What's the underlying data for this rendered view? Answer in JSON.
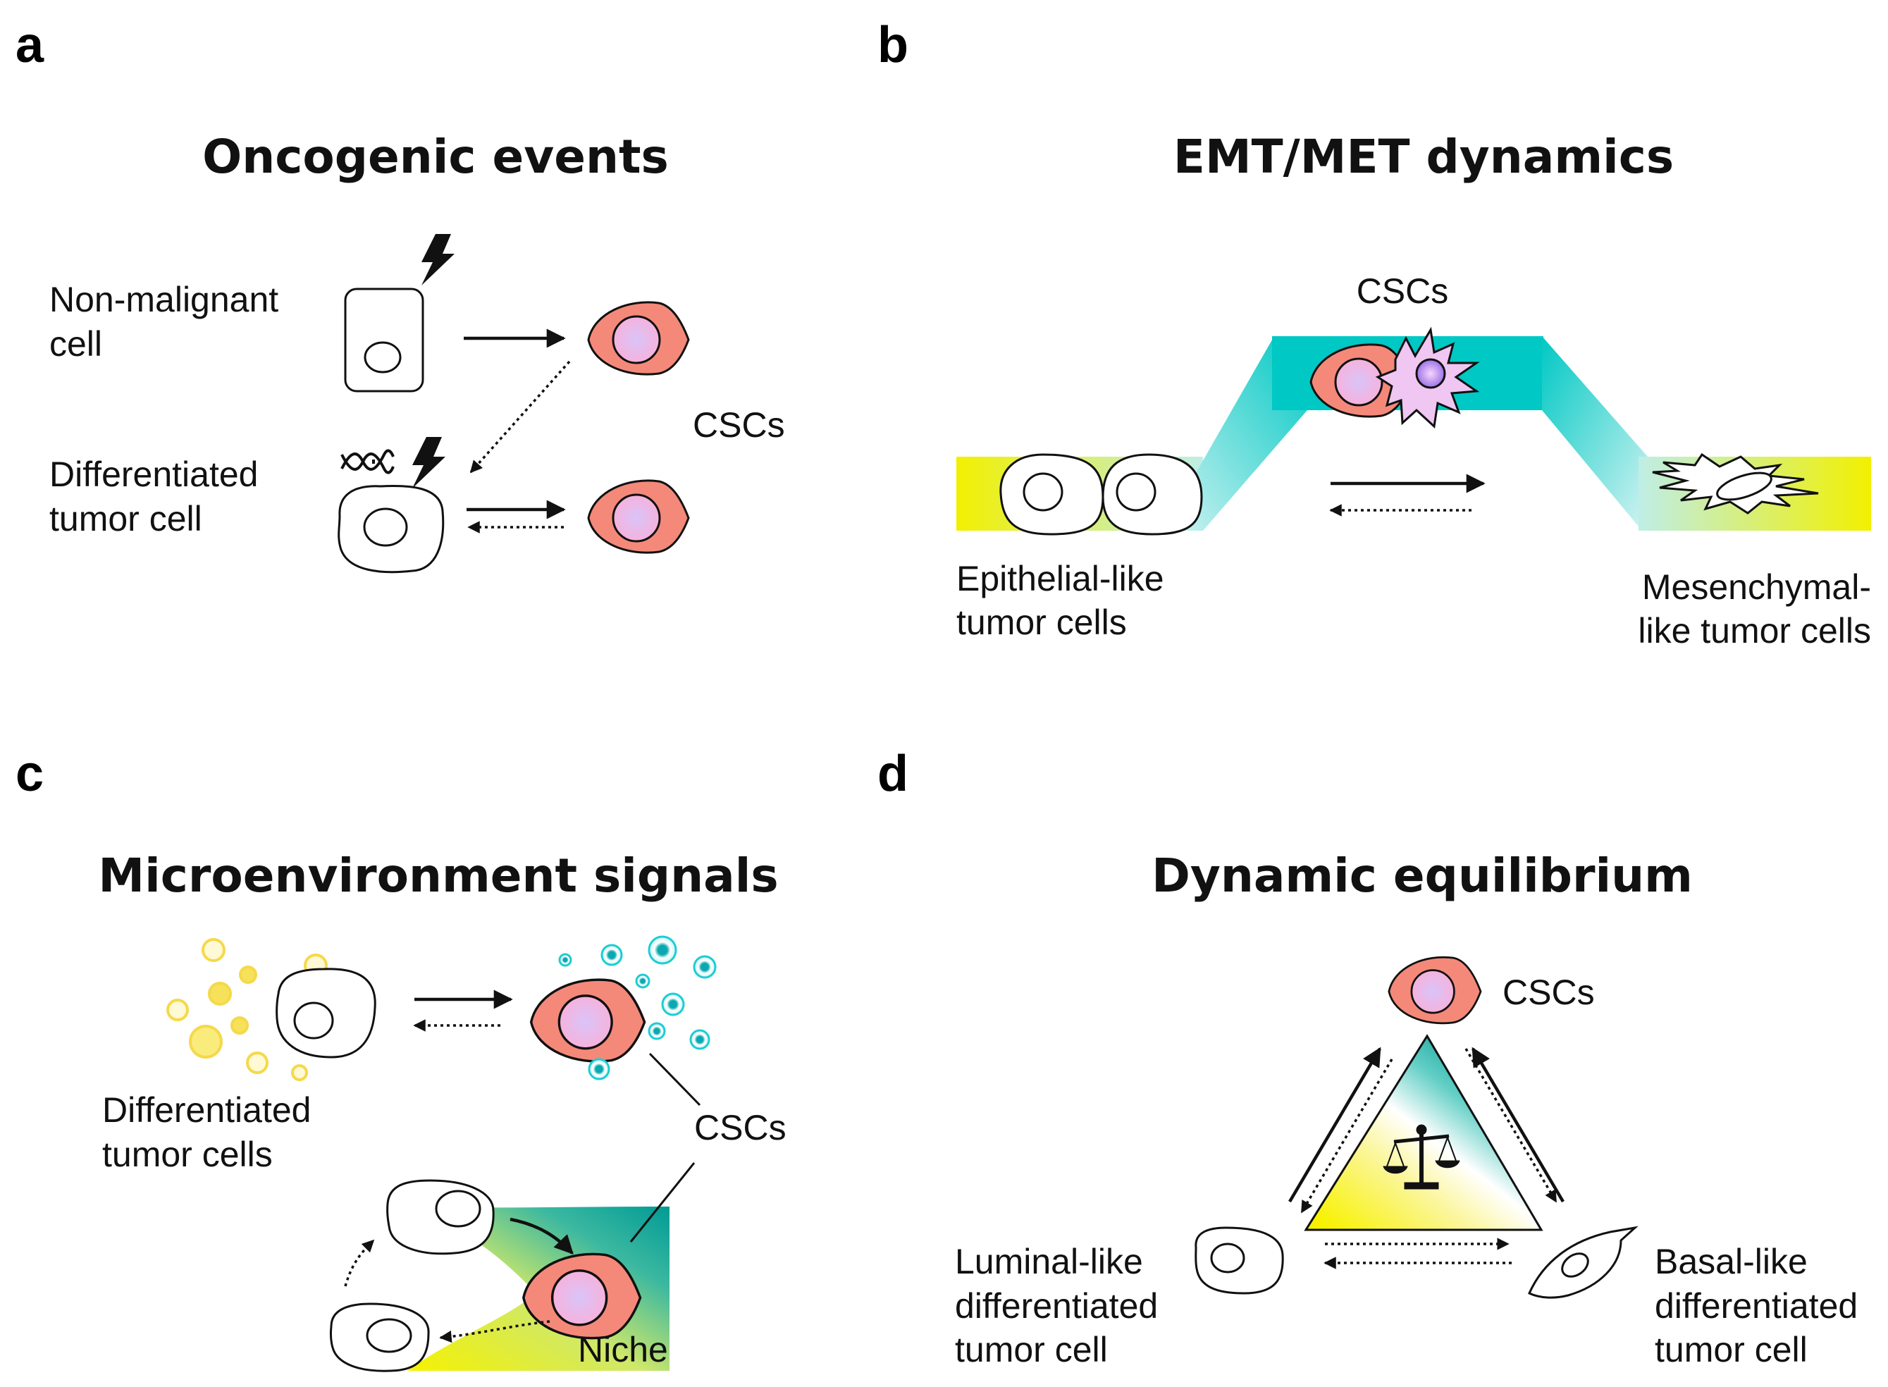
{
  "panels": {
    "a": {
      "letter": "a",
      "title": "Oncogenic events",
      "label_nonmalignant_1": "Non-malignant",
      "label_nonmalignant_2": "cell",
      "label_differentiated_1": "Differentiated",
      "label_differentiated_2": "tumor cell",
      "label_cscs": "CSCs"
    },
    "b": {
      "letter": "b",
      "title": "EMT/MET dynamics",
      "label_cscs": "CSCs",
      "label_epithelial_1": "Epithelial-like",
      "label_epithelial_2": "tumor cells",
      "label_mesenchymal_1": "Mesenchymal-",
      "label_mesenchymal_2": "like tumor cells"
    },
    "c": {
      "letter": "c",
      "title": "Microenvironment signals",
      "label_differentiated_1": "Differentiated",
      "label_differentiated_2": "tumor cells",
      "label_cscs": "CSCs",
      "label_niche": "Niche"
    },
    "d": {
      "letter": "d",
      "title": "Dynamic equilibrium",
      "label_cscs": "CSCs",
      "label_luminal_1": "Luminal-like",
      "label_luminal_2": "differentiated",
      "label_luminal_3": "tumor cell",
      "label_basal_1": "Basal-like",
      "label_basal_2": "differentiated",
      "label_basal_3": "tumor cell"
    }
  },
  "colors": {
    "csc_fill": "#f4897a",
    "nucleus_pink": "#f6b2dc",
    "nucleus_lilac": "#c9b4f3",
    "teal": "#00c3c0",
    "yellow": "#f8f200",
    "yellow_signal": "#f6de4a",
    "cyan_signal": "#14c8d0",
    "violet_cell": "#f0c6f2"
  }
}
